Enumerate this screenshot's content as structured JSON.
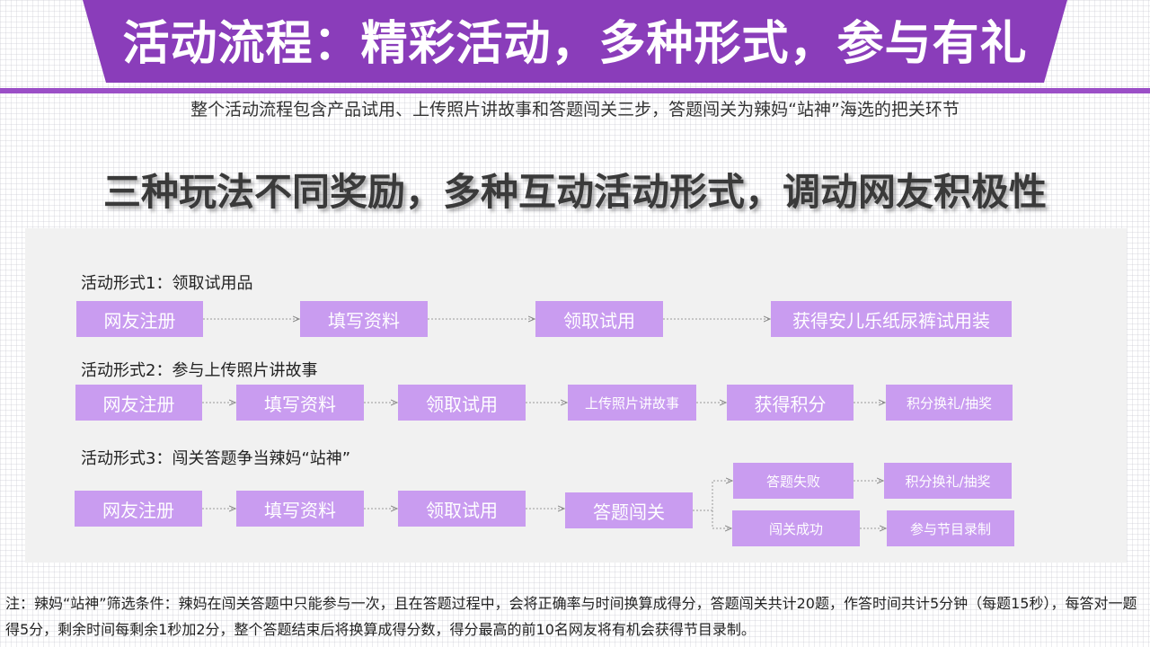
{
  "header": {
    "title": "活动流程：精彩活动，多种形式，参与有礼"
  },
  "subtitle": "整个活动流程包含产品试用、上传照片讲故事和答题闯关三步，答题闯关为辣妈“站神”海选的把关环节",
  "headline": "三种玩法不同奖励，多种互动活动形式，调动网友积极性",
  "flows": [
    {
      "label": "活动形式1：领取试用品",
      "steps": [
        "网友注册",
        "填写资料",
        "领取试用",
        "获得安儿乐纸尿裤试用装"
      ]
    },
    {
      "label": "活动形式2：参与上传照片讲故事",
      "steps": [
        "网友注册",
        "填写资料",
        "领取试用",
        "上传照片讲故事",
        "获得积分",
        "积分换礼/抽奖"
      ]
    },
    {
      "label": "活动形式3：闯关答题争当辣妈“站神”",
      "steps": [
        "网友注册",
        "填写资料",
        "领取试用",
        "答题闯关"
      ],
      "branch_fail": [
        "答题失败",
        "积分换礼/抽奖"
      ],
      "branch_success": [
        "闯关成功",
        "参与节目录制"
      ]
    }
  ],
  "note": "注：辣妈“站神”筛选条件：辣妈在闯关答题中只能参与一次，且在答题过程中，会将正确率与时间换算成得分，答题闯关共计20题，作答时间共计5分钟（每题15秒），每答对一题得5分，剩余时间每剩余1秒加2分，整个答题结束后将换算成得分数，得分最高的前10名网友将有机会获得节目录制。",
  "colors": {
    "banner": "#8a3dba",
    "accent_line": "#9b4fc7",
    "step_box": "#c99cf0",
    "panel": "#f1f1f1"
  }
}
